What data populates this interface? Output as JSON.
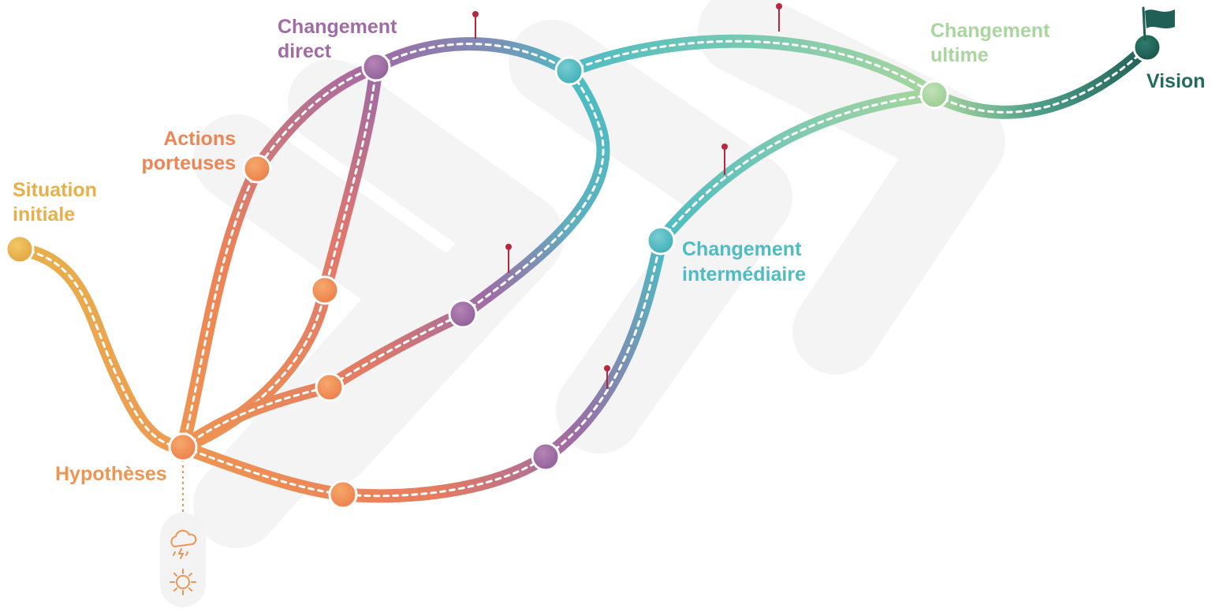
{
  "colors": {
    "situation": "#E8B04A",
    "hypotheses": "#EE9554",
    "actions": "#EE8555",
    "direct": "#A26BA6",
    "intermediaire": "#4FBCC4",
    "ultime": "#A8D69E",
    "vision": "#236B5F",
    "pin": "#B8273E",
    "watermark": "#F3F3F3"
  },
  "labels": {
    "situation": {
      "line1": "Situation",
      "line2": "initiale"
    },
    "actions": {
      "line1": "Actions",
      "line2": "porteuses"
    },
    "direct": {
      "line1": "Changement",
      "line2": "direct"
    },
    "ultime": {
      "line1": "Changement",
      "line2": "ultime"
    },
    "intermediaire": {
      "line1": "Changement",
      "line2": "intermédiaire"
    },
    "hypotheses": "Hypothèses",
    "vision": "Vision"
  },
  "icons": {
    "storm": "storm-cloud-icon",
    "sun": "sun-icon",
    "flag": "flag-icon",
    "pin": "pin-icon"
  }
}
